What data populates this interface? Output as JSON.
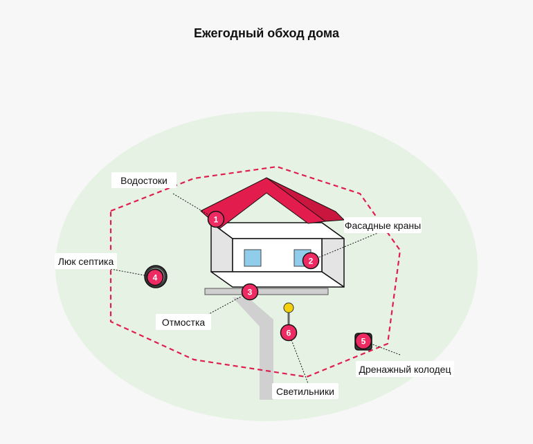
{
  "title": "Ежегодный обход дома",
  "colors": {
    "yard": "#e6f3e4",
    "route": "#e01e4e",
    "marker": "#ee2a62",
    "roof": "#e21c4d",
    "window": "#8fcdea",
    "path": "#d0d0d0",
    "lamp": "#f5d10b"
  },
  "points": [
    {
      "num": "1",
      "label": "Водостоки"
    },
    {
      "num": "2",
      "label": "Фасадные краны"
    },
    {
      "num": "3",
      "label": "Отмостка"
    },
    {
      "num": "4",
      "label": "Люк септика"
    },
    {
      "num": "5",
      "label": "Дренажный колодец"
    },
    {
      "num": "6",
      "label": "Светильники"
    }
  ]
}
